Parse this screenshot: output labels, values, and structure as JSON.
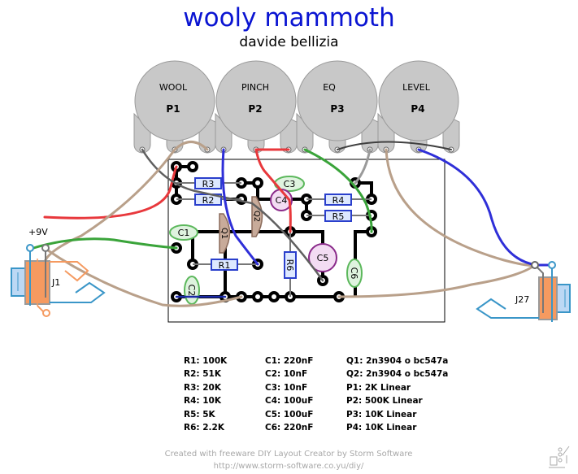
{
  "header": {
    "title": "wooly mammoth",
    "author": "davide bellizia"
  },
  "colors": {
    "title": "#0a14d2",
    "pot_fill": "#c8c8c8",
    "resistor_fill": "#dde8ff",
    "resistor_border": "#2a3fcc",
    "cap_film": "#dff3df",
    "cap_film_border": "#5cb85c",
    "cap_elec": "#f3dcf3",
    "cap_elec_border": "#8a2a8a",
    "transistor": "#c8ab9a",
    "wire_red": "#e8383c",
    "wire_green": "#3aa43a",
    "wire_blue": "#2f2fd8",
    "wire_tan": "#b9a08a",
    "wire_gray": "#8a8a8a",
    "jack_orange": "#f59a60",
    "jack_blue": "#3a96c8"
  },
  "pots": [
    {
      "id": "P1",
      "label": "WOOL"
    },
    {
      "id": "P2",
      "label": "PINCH"
    },
    {
      "id": "P3",
      "label": "EQ"
    },
    {
      "id": "P4",
      "label": "LEVEL"
    }
  ],
  "components": {
    "resistors": [
      "R1",
      "R2",
      "R3",
      "R4",
      "R5",
      "R6"
    ],
    "film_caps": [
      "C1",
      "C2",
      "C3",
      "C6"
    ],
    "elec_caps": [
      "C4",
      "C5"
    ],
    "transistors": [
      "Q1",
      "Q2"
    ]
  },
  "jacks": {
    "input": "J1",
    "output": "J27",
    "power_label": "+9V"
  },
  "bom": {
    "resistors": [
      "R1: 100K",
      "R2: 51K",
      "R3: 20K",
      "R4: 10K",
      "R5: 5K",
      "R6: 2.2K"
    ],
    "capacitors": [
      "C1: 220nF",
      "C2: 10nF",
      "C3: 10nF",
      "C4: 100uF",
      "C5: 100uF",
      "C6: 220nF"
    ],
    "other": [
      "Q1: 2n3904 o bc547a",
      "Q2: 2n3904 o bc547a",
      "P1: 2K Linear",
      "P2: 500K Linear",
      "P3: 10K Linear",
      "P4: 10K Linear"
    ]
  },
  "footer": {
    "line1": "Created with freeware DIY Layout Creator by Storm Software",
    "line2": "http://www.storm-software.co.yu/diy/",
    "logo": "diy-logo-icon"
  }
}
